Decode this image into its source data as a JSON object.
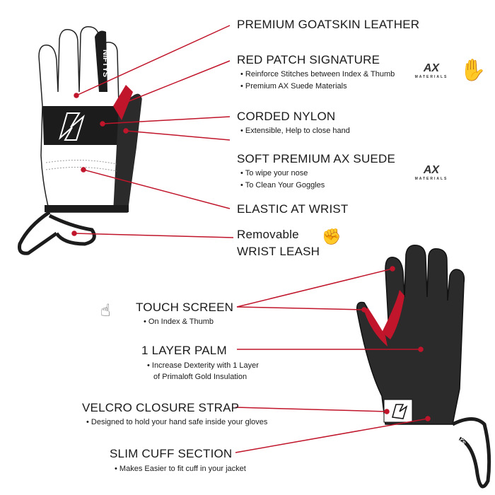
{
  "brand_text": "NIFTYS",
  "features_top": [
    {
      "title": "PREMIUM GOATSKIN LEATHER",
      "bullets": []
    },
    {
      "title": "RED PATCH SIGNATURE",
      "bullets": [
        "Reinforce Stitches between Index & Thumb",
        "Premium AX Suede Materials"
      ]
    },
    {
      "title": "CORDED NYLON",
      "bullets": [
        "Extensible, Help to close hand"
      ]
    },
    {
      "title": "SOFT PREMIUM AX SUEDE",
      "bullets": [
        "To wipe your nose",
        "To Clean Your Goggles"
      ]
    },
    {
      "title": "ELASTIC AT WRIST",
      "bullets": []
    },
    {
      "title_line1": "Removable",
      "title_line2": "WRIST LEASH"
    }
  ],
  "features_bottom": [
    {
      "title": "TOUCH SCREEN",
      "bullets": [
        "On Index & Thumb"
      ]
    },
    {
      "title": "1 LAYER PALM",
      "bullets": [
        "Increase Dexterity with 1 Layer",
        "of Primaloft Gold Insulation"
      ]
    },
    {
      "title": "VELCRO CLOSURE STRAP",
      "bullets": [
        "Designed to hold your hand safe inside your gloves"
      ]
    },
    {
      "title": "SLIM CUFF SECTION",
      "bullets": [
        "Makes Easier to fit cuff in your jacket"
      ]
    }
  ],
  "ax_logo": {
    "mark": "AX",
    "label": "MATERIALS"
  },
  "colors": {
    "accent": "#c0152a",
    "glove_dark": "#1c1c1c",
    "glove_palm": "#2b2b2b"
  }
}
